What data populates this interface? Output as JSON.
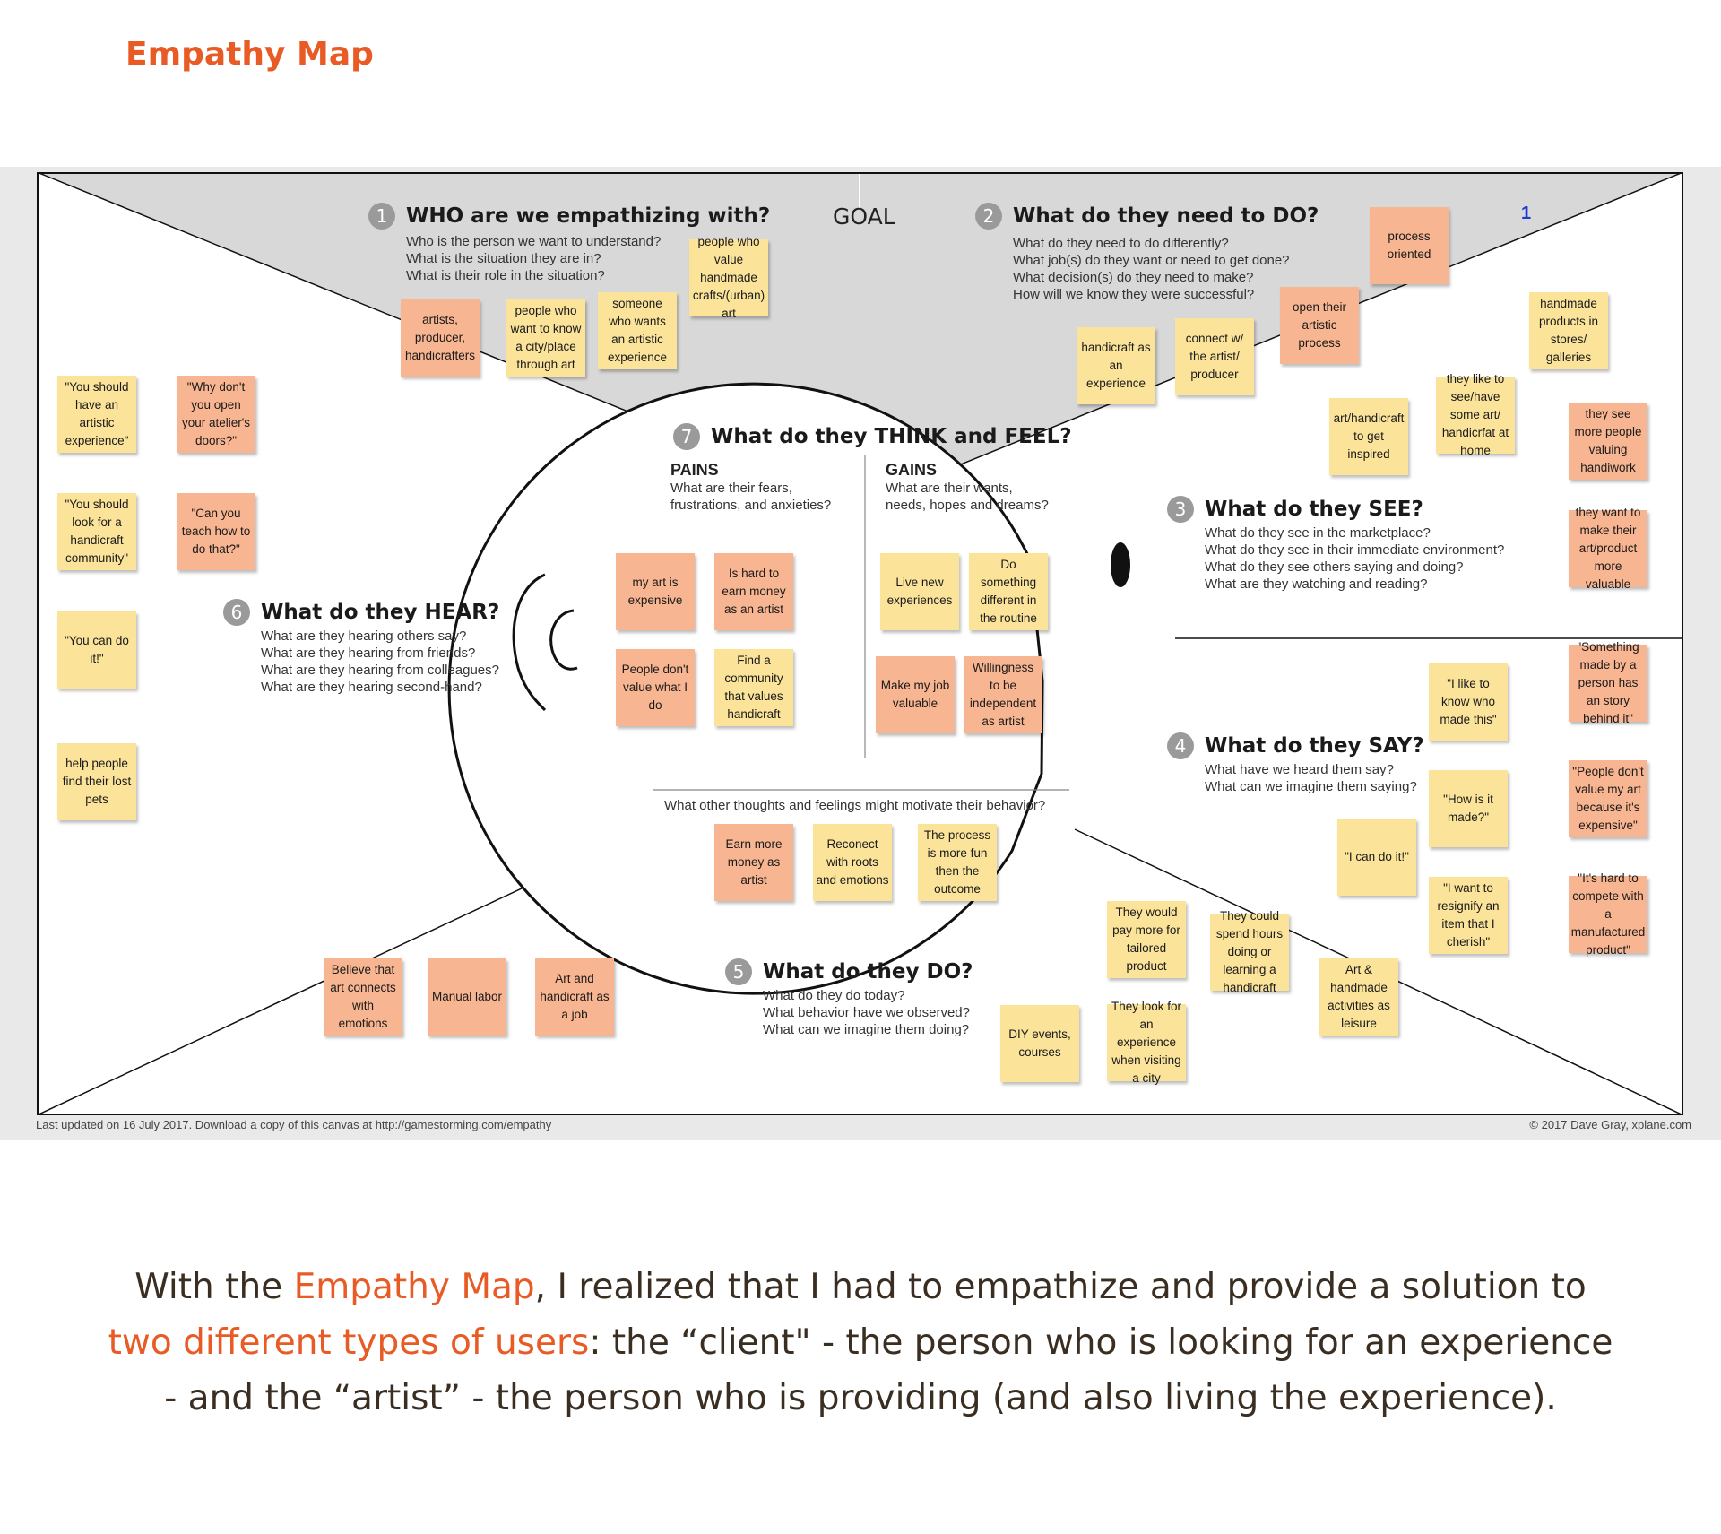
{
  "page": {
    "title": "Empathy Map",
    "colors": {
      "accent": "#e85b25",
      "note_yellow": "#fbe49a",
      "note_orange": "#f8b591",
      "section_top": "#d8d8d8"
    }
  },
  "map": {
    "goal": "GOAL",
    "page_marker": "1",
    "sections": {
      "who": {
        "number": "1",
        "title": "WHO are we empathizing with?",
        "lines": [
          "Who is the person we want to understand?",
          "What is the situation they are in?",
          "What is their role in the situation?"
        ]
      },
      "do_need": {
        "number": "2",
        "title": "What do they need to DO?",
        "lines": [
          "What do they need to do differently?",
          "What job(s) do they want or need to get done?",
          "What decision(s) do they need to make?",
          "How will we know they were successful?"
        ]
      },
      "see": {
        "number": "3",
        "title": "What do they SEE?",
        "lines": [
          "What do they see in the marketplace?",
          "What do they see in their immediate environment?",
          "What do they see others saying and doing?",
          "What are they watching and reading?"
        ]
      },
      "say": {
        "number": "4",
        "title": "What do they SAY?",
        "lines": [
          "What have we heard them say?",
          "What can we imagine them saying?"
        ]
      },
      "do_today": {
        "number": "5",
        "title": "What do they DO?",
        "lines": [
          "What do they do today?",
          "What behavior have we observed?",
          "What can we imagine them doing?"
        ]
      },
      "hear": {
        "number": "6",
        "title": "What do they HEAR?",
        "lines": [
          "What are they hearing others say?",
          "What are they hearing from friends?",
          "What are they hearing from colleagues?",
          "What are they hearing second-hand?"
        ]
      },
      "think": {
        "number": "7",
        "title": "What do they THINK and FEEL?",
        "pains_title": "PAINS",
        "pains_lines": [
          "What are their fears,",
          "frustrations, and anxieties?"
        ],
        "gains_title": "GAINS",
        "gains_lines": [
          "What are their wants,",
          "needs, hopes and dreams?"
        ],
        "other": "What other thoughts and feelings might motivate their behavior?"
      }
    },
    "notes": {
      "who": [
        {
          "text": "artists, producer, handicrafters",
          "color": "orange"
        },
        {
          "text": "people who want to know a city/place through art",
          "color": "yellow"
        },
        {
          "text": "someone who wants an artistic experience",
          "color": "yellow"
        },
        {
          "text": "people who value handmade crafts/(urban) art",
          "color": "yellow"
        }
      ],
      "do_need": [
        {
          "text": "handicraft as an experience",
          "color": "yellow"
        },
        {
          "text": "connect w/ the artist/ producer",
          "color": "yellow"
        },
        {
          "text": "open their artistic process",
          "color": "orange"
        },
        {
          "text": "process oriented",
          "color": "orange"
        }
      ],
      "see": [
        {
          "text": "handmade products in stores/ galleries",
          "color": "yellow"
        },
        {
          "text": "art/handicraft to get inspired",
          "color": "yellow"
        },
        {
          "text": "they like to see/have some art/ handicrfat at home",
          "color": "yellow"
        },
        {
          "text": "they see more people valuing handiwork",
          "color": "orange"
        },
        {
          "text": "they want to make their art/product more valuable",
          "color": "orange"
        }
      ],
      "say": [
        {
          "text": "\"I like to know who made this\"",
          "color": "yellow"
        },
        {
          "text": "\"How is it made?\"",
          "color": "yellow"
        },
        {
          "text": "\"I can do it!\"",
          "color": "yellow"
        },
        {
          "text": "\"I want to resignify an item that I cherish\"",
          "color": "yellow"
        },
        {
          "text": "\"Something made by a person has an story behind it\"",
          "color": "orange"
        },
        {
          "text": "\"People don't value my art because it's expensive\"",
          "color": "orange"
        },
        {
          "text": "\"It's hard to compete with a manufactured product\"",
          "color": "orange"
        }
      ],
      "do_today": [
        {
          "text": "Believe that art connects with emotions",
          "color": "orange"
        },
        {
          "text": "Manual labor",
          "color": "orange"
        },
        {
          "text": "Art and handicraft as a job",
          "color": "orange"
        },
        {
          "text": "DIY events, courses",
          "color": "yellow"
        },
        {
          "text": "They would pay more for tailored product",
          "color": "yellow"
        },
        {
          "text": "They look for an experience when visiting a city",
          "color": "yellow"
        },
        {
          "text": "They could spend hours doing or learning a handicraft",
          "color": "yellow"
        },
        {
          "text": "Art & handmade activities as leisure",
          "color": "yellow"
        }
      ],
      "hear": [
        {
          "text": "\"You should have an artistic experience\"",
          "color": "yellow"
        },
        {
          "text": "\"Why don't you open your atelier's doors?\"",
          "color": "orange"
        },
        {
          "text": "\"You should look for a handicraft community\"",
          "color": "yellow"
        },
        {
          "text": "\"Can you teach how to do that?\"",
          "color": "orange"
        },
        {
          "text": "\"You can do it!\"",
          "color": "yellow"
        },
        {
          "text": "help people find their lost pets",
          "color": "yellow"
        }
      ],
      "pains": [
        {
          "text": "my art is expensive",
          "color": "orange"
        },
        {
          "text": "Is hard to earn money as an artist",
          "color": "orange"
        },
        {
          "text": "People don't value what I do",
          "color": "orange"
        },
        {
          "text": "Find a community that values handicraft",
          "color": "yellow"
        }
      ],
      "gains": [
        {
          "text": "Live new experiences",
          "color": "yellow"
        },
        {
          "text": "Do something different in the routine",
          "color": "yellow"
        },
        {
          "text": "Make my job valuable",
          "color": "orange"
        },
        {
          "text": "Willingness to be independent as artist",
          "color": "orange"
        }
      ],
      "other": [
        {
          "text": "Earn more money as artist",
          "color": "orange"
        },
        {
          "text": "Reconect with roots and emotions",
          "color": "yellow"
        },
        {
          "text": "The process is more fun then the outcome",
          "color": "yellow"
        }
      ]
    },
    "footer_left": "Last updated on 16 July 2017. Download a copy of this canvas at http://gamestorming.com/empathy",
    "footer_right": "© 2017 Dave Gray, xplane.com"
  },
  "caption": {
    "p1": "With the ",
    "h1": "Empathy Map",
    "p2": ", I realized that I had to empathize and provide a solution to ",
    "h2": "two different types of users",
    "p3": ": the “client\" - the person who is looking for an experience - and the “artist” - the person who is providing (and also living the experience)."
  }
}
